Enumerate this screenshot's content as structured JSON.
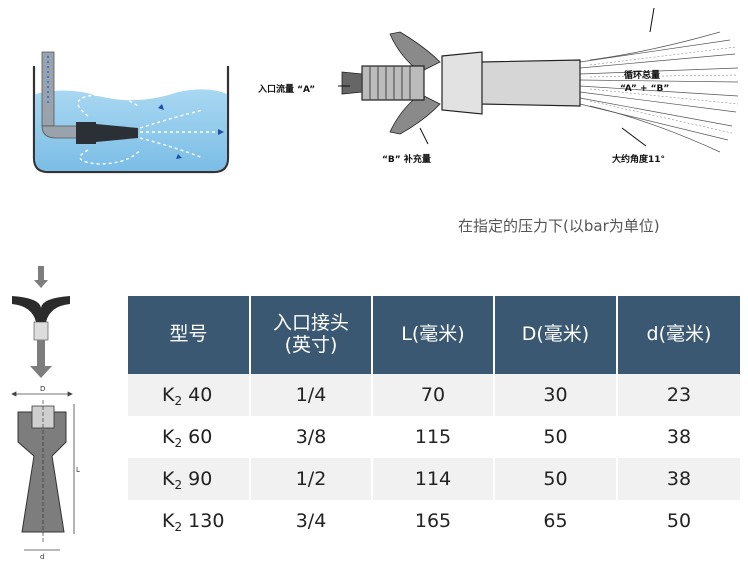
{
  "illustration": {
    "labels": {
      "inlet_flow": "入口流量 “A”",
      "supplement": "“B” 补充量",
      "total_circulation": "循环总量",
      "total_formula": "“A” + “B”",
      "angle": "大约角度11°"
    }
  },
  "note": "在指定的压力下(以bar为单位)",
  "drawing": {
    "dim_D": "D",
    "dim_L": "L",
    "dim_d": "d"
  },
  "table": {
    "headers": [
      {
        "line1": "型号",
        "line2": ""
      },
      {
        "line1": "入口接头",
        "line2": "(英寸)"
      },
      {
        "line1": "L(毫米)",
        "line2": ""
      },
      {
        "line1": "D(毫米)",
        "line2": ""
      },
      {
        "line1": "d(毫米)",
        "line2": ""
      }
    ],
    "rows": [
      {
        "model_prefix": "K",
        "model_sub": "2",
        "model_num": " 40",
        "inlet": "1/4",
        "L": "70",
        "D": "30",
        "d": "23"
      },
      {
        "model_prefix": "K",
        "model_sub": "2",
        "model_num": " 60",
        "inlet": "3/8",
        "L": "115",
        "D": "50",
        "d": "38"
      },
      {
        "model_prefix": "K",
        "model_sub": "2",
        "model_num": " 90",
        "inlet": "1/2",
        "L": "114",
        "D": "50",
        "d": "38"
      },
      {
        "model_prefix": "K",
        "model_sub": "2",
        "model_num": " 130",
        "inlet": "3/4",
        "L": "165",
        "D": "65",
        "d": "50"
      }
    ]
  },
  "colors": {
    "header_bg": "#3b5873",
    "row_alt_bg": "#f1f1f1",
    "water": "#8cc8ea"
  }
}
